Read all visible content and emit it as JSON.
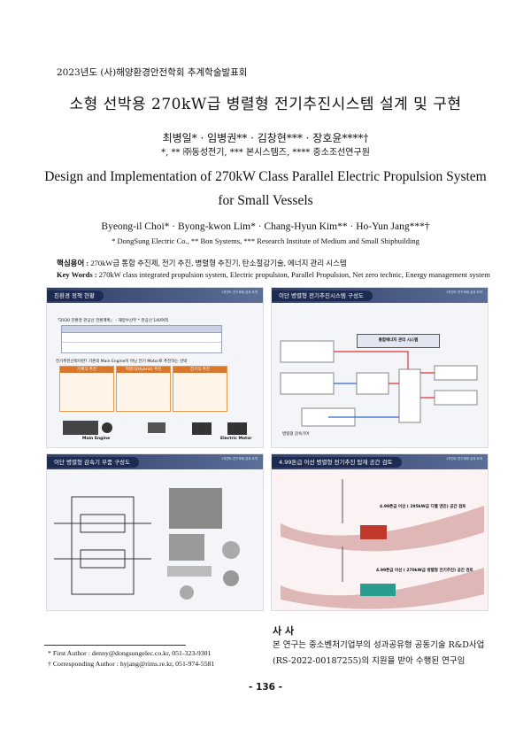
{
  "header": {
    "conference": "2023년도 (사)해양환경안전학회 추계학술발표회"
  },
  "title_ko": "소형 선박용 270kW급 병렬형 전기추진시스템 설계 및 구현",
  "authors_ko": "최병일* · 임병권** · 김창현*** · 장호윤****†",
  "affil_ko": "*, ** ㈜동성전기, *** 본시스템즈, **** 중소조선연구원",
  "title_en": "Design and Implementation of 270kW Class Parallel Electric Propulsion System for Small Vessels",
  "authors_en": "Byeong-il Choi* · Byong-kwon Lim* · Chang-Hyun Kim** · Ho-Yun Jang***†",
  "affil_en": "* DongSung Electric Co., ** Bon Systems, *** Research Institute of Medium and Small Shipbuilding",
  "keywords_ko": {
    "label": "핵심용어 :",
    "text": "270kW급 통합 추진제, 전기 추진, 병렬형 추진기, 탄소절감기술, 에너지 관리 시스템"
  },
  "keywords_en": {
    "label": "Key Words :",
    "text": "270kW class integrated propulsion system, Electric propulsion, Parallel Propulsion, Net zero technic, Energy management system"
  },
  "slides": [
    {
      "title": "친환경 정책 현황",
      "sub": "1차연도 연구과제 성과 요약"
    },
    {
      "title": "이단 병렬형 전기추진시스템 구성도",
      "sub": "1차연도 연구과제 성과 요약",
      "center_label": "통합에너지 관리 시스템",
      "bottom_label": "병렬형 감속기어"
    },
    {
      "title": "이단 병렬형 감속기 부품 구성도",
      "sub": "1차연도 연구과제 성과 요약"
    },
    {
      "title": "4.99톤급 어선 병렬형 전기추진 탑재 공간 검토",
      "sub": "1차연도 연구과제 성과 요약",
      "label_top": "4.99톤급 어선 ( 295kW급 디젤 엔진) 공간 검토",
      "label_bottom": "4.99톤급 어선 ( 270kW급 병렬형 전기추진) 공간 검토"
    }
  ],
  "slide1": {
    "policy": "「2030 친환경 관공선 전환계획」 - 해양수산부 * 관공선 140여척",
    "note": "전기추진선박이란? 기존의 Main Engine이 아닌 전기 Motor로 추진하는 선박",
    "boxes": [
      "기계식 추진",
      "혁명식(Hybrid) 추진",
      "전기식 추진"
    ],
    "engine": "Main Engine",
    "motor": "Electric Motor"
  },
  "sasa": {
    "title": "사 사",
    "body": "본 연구는 중소벤처기업부의 성과공유형 공동기술 R&D사업(RS-2022-00187255)의 지원을 받아 수행된 연구임"
  },
  "footnotes": [
    "* First Author : denny@dongsungelec.co.kr, 051-323-9301",
    "† Corresponding Author : hyjang@rims.re.kr, 051-974-5581"
  ],
  "page_number": "- 136 -"
}
